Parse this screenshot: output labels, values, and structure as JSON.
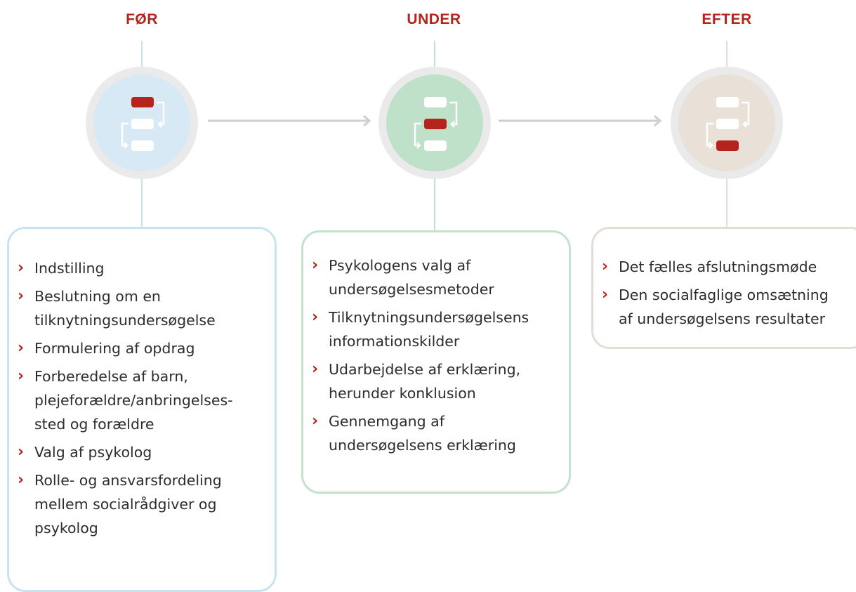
{
  "colors": {
    "accent": "#b4241c",
    "stage1": "#d6e9f4",
    "stage1_line": "#c8e2f0",
    "stage2": "#bfe0c9",
    "stage2_line": "#c3e1cd",
    "stage3": "#e9e0d8",
    "stage3_line": "#e5ddd5"
  },
  "stages": [
    {
      "title": "FØR",
      "icon": "process-flow-icon-step-1",
      "items": [
        "Indstilling",
        "Beslutning om en tilknytningsundersøgelse",
        "Formulering af opdrag",
        "Forberedelse af barn, plejeforældre/anbringelses-sted og forældre",
        "Valg af psykolog",
        "Rolle- og ansvarsfordeling mellem socialrådgiver og psykolog"
      ]
    },
    {
      "title": "UNDER",
      "icon": "process-flow-icon-step-2",
      "items": [
        "Psykologens valg af undersøgelsesmetoder",
        "Tilknytningsundersøgelsens informationskilder",
        "Udarbejdelse af erklæring, herunder konklusion",
        "Gennemgang af undersøgelsens erklæring"
      ]
    },
    {
      "title": "EFTER",
      "icon": "process-flow-icon-step-3",
      "items": [
        "Det fælles afslutningsmøde",
        "Den socialfaglige omsætning af undersøgelsens resultater"
      ]
    }
  ]
}
